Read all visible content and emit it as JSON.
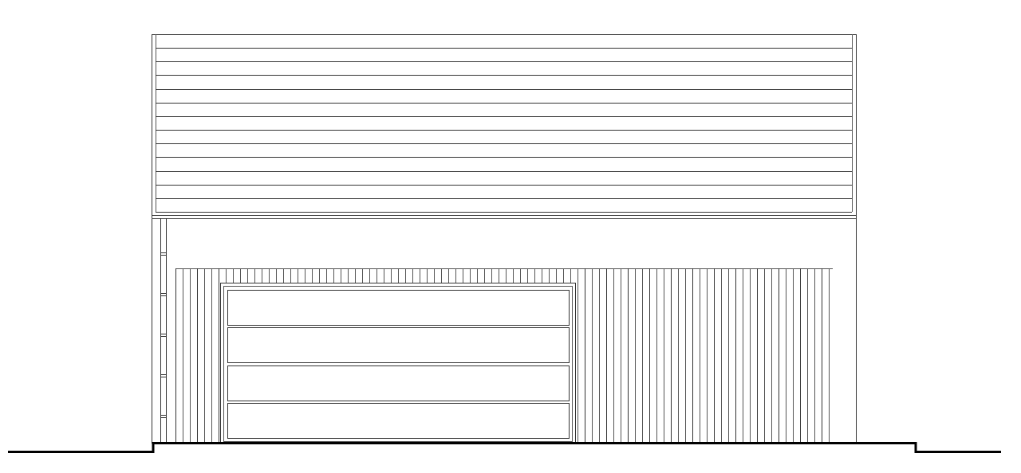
{
  "drawing": {
    "view": "garage-front-elevation",
    "upper_siding_courses": 13,
    "garage_door_panels": 4,
    "pilaster_ticks": 5,
    "line_color": "#333333",
    "ground_color": "#000000",
    "background": "#ffffff"
  }
}
